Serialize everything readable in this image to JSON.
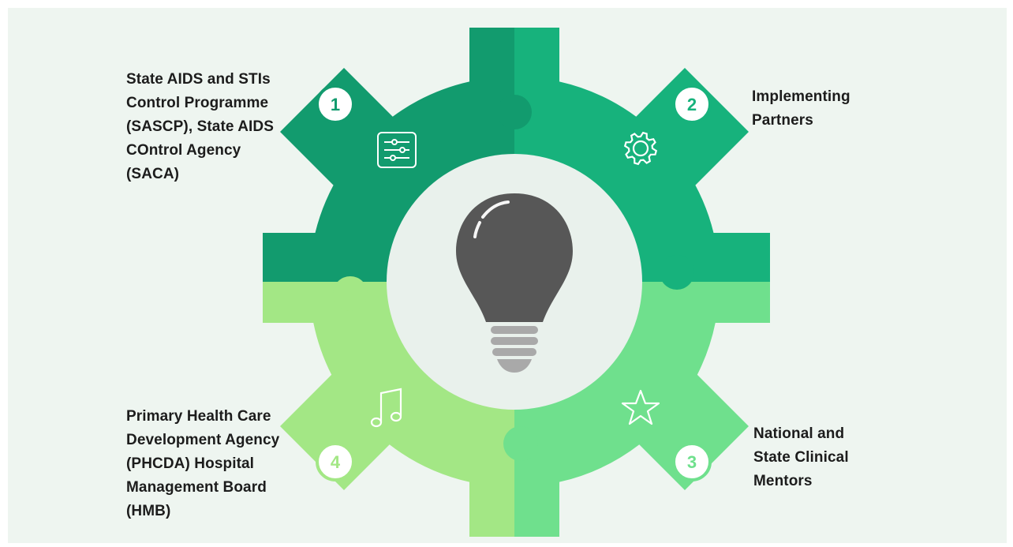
{
  "sections": [
    {
      "number": "1",
      "label": "State AIDS and STIs\nControl Programme\n(SASCP), State AIDS\nCOntrol Agency\n(SACA)",
      "icon": "sliders-icon",
      "color": "#129b6e"
    },
    {
      "number": "2",
      "label": "Implementing\nPartners",
      "icon": "gear-icon",
      "color": "#17b27c"
    },
    {
      "number": "3",
      "label": "National and\nState Clinical\nMentors",
      "icon": "star-icon",
      "color": "#6fe08d"
    },
    {
      "number": "4",
      "label": "Primary Health Care\nDevelopment Agency\n(PHCDA) Hospital\nManagement Board\n(HMB)",
      "icon": "music-note-icon",
      "color": "#a3e785"
    }
  ],
  "center_icon": "lightbulb-icon",
  "colors": {
    "background": "#eef5f0",
    "bulb": "#575757",
    "bulb_base": "#a9a9a9",
    "hub": "#e9f1ec"
  }
}
